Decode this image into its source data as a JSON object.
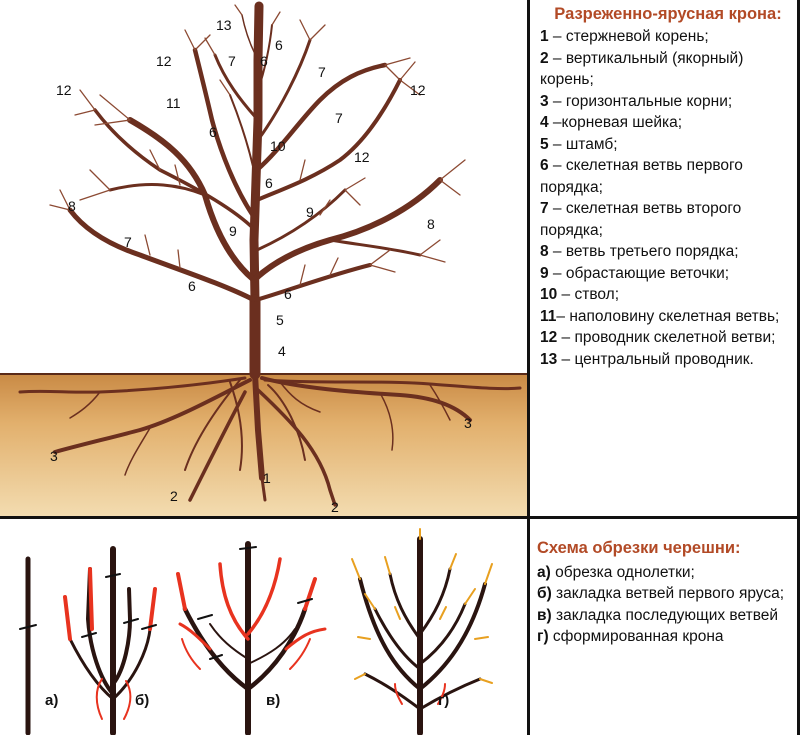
{
  "tree_labels": {
    "l13": "13",
    "l12a": "12",
    "l12b": "12",
    "l12c": "12",
    "l12d": "12",
    "l11": "11",
    "l10": "10",
    "l9a": "9",
    "l9b": "9",
    "l8a": "8",
    "l8b": "8",
    "l7a": "7",
    "l7b": "7",
    "l7c": "7",
    "l7d": "7",
    "l6a": "6",
    "l6b": "6",
    "l6c": "6",
    "l6d": "6",
    "l6e": "6",
    "l6f": "6",
    "l5": "5",
    "l4": "4",
    "l3a": "3",
    "l3b": "3",
    "l2a": "2",
    "l2b": "2",
    "l1": "1"
  },
  "legend": {
    "title": "Разреженно-ярусная крона:",
    "items": [
      {
        "num": "1",
        "text": " – стержневой корень;"
      },
      {
        "num": "2",
        "text": " – вертикальный (якорный) корень;"
      },
      {
        "num": "3",
        "text": " – горизонтальные корни;"
      },
      {
        "num": "4",
        "text": " –корневая шейка;"
      },
      {
        "num": "5",
        "text": " – штамб;"
      },
      {
        "num": "6",
        "text": " – скелетная ветвь первого порядка;"
      },
      {
        "num": "7",
        "text": " – скелетная ветвь второго порядка;"
      },
      {
        "num": "8",
        "text": " – ветвь третьего порядка;"
      },
      {
        "num": "9",
        "text": " – обрастающие веточки;"
      },
      {
        "num": "10",
        "text": " – ствол;"
      },
      {
        "num": "11",
        "text": "– наполовину скелетная ветвь;"
      },
      {
        "num": "12",
        "text": " – проводник скелетной ветви;"
      },
      {
        "num": "13",
        "text": " – центральный проводник."
      }
    ]
  },
  "stages": {
    "a": "а)",
    "b": "б)",
    "v": "в)",
    "g": "г)"
  },
  "scheme": {
    "title": "Схема обрезки черешни:",
    "items": [
      {
        "num": "а)",
        "text": " обрезка однолетки;"
      },
      {
        "num": "б)",
        "text": " закладка ветвей первого яруса;"
      },
      {
        "num": "в)",
        "text": " закладка последующих ветвей"
      },
      {
        "num": "г)",
        "text": " сформированная крона"
      }
    ]
  },
  "colors": {
    "bark": "#6b2f1f",
    "soil_light": "#f1cf96",
    "soil_dark": "#c98a45",
    "cut_shoot": "#e8331f",
    "title": "#b24a26"
  }
}
